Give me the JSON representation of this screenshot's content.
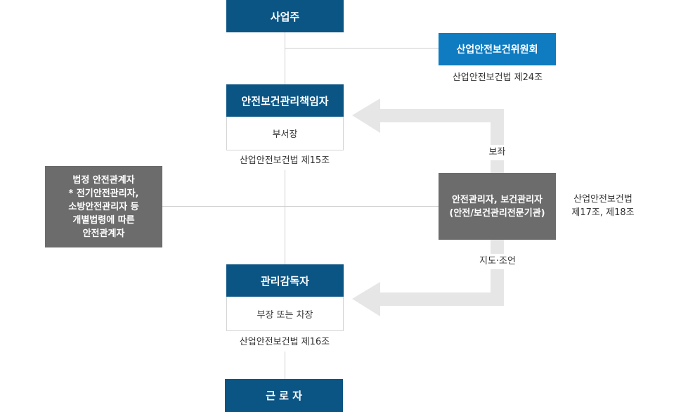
{
  "owner": {
    "label": "사업주"
  },
  "committee": {
    "label": "산업안전보건위원회",
    "law": "산업안전보건법 제24조"
  },
  "chief": {
    "title": "안전보건관리책임자",
    "role": "부서장",
    "law": "산업안전보건법 제15조"
  },
  "legal_managers": {
    "text": "법정 안전관계자\n* 전기안전관리자,\n소방안전관리자 등\n개별법령에 따른\n안전관계자"
  },
  "safety_managers": {
    "text": "안전관리자, 보건관리자\n(안전/보건관리전문기관)",
    "law": "산업안전보건법\n제17조, 제18조"
  },
  "arrows": {
    "assist": "보좌",
    "guide": "지도·조언"
  },
  "supervisor": {
    "title": "관리감독자",
    "role": "부장 또는 차장",
    "law": "산업안전보건법 제16조"
  },
  "worker": {
    "label": "근 로 자"
  },
  "colors": {
    "navy": "#0b5585",
    "blue": "#0f7bc0",
    "gray": "#6c6c6c",
    "arrow": "#e6e6e6",
    "line": "#cfcfcf"
  }
}
